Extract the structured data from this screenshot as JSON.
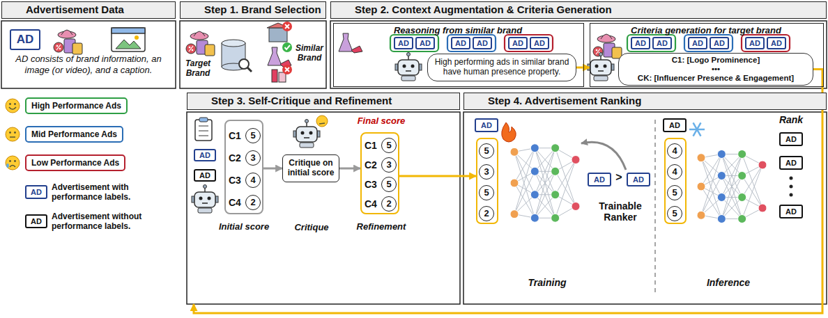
{
  "diagram": {
    "nodes": [
      {
        "text": [
          "Advertisement Data",
          "AD consists of brand information, an image (or video), and a caption."
        ]
      },
      {
        "text": [
          "Step 1. Brand Selection"
        ]
      },
      {
        "text": [
          "Step 2. Context Augmentation & Criteria Generation"
        ]
      },
      {
        "text": [
          "Reasoning from similar brand"
        ],
        "in": 2
      },
      {
        "text": [
          "High performing ads in similar brand have human presence property."
        ],
        "in": 3
      },
      {
        "text": [
          "Criteria generation for target brand"
        ],
        "in": 2
      },
      {
        "text": [
          "C1: [Logo Prominence]",
          "•••",
          "CK: [Influencer Presence & Engagement]"
        ],
        "in": 5
      },
      {
        "text": [
          "Step 3. Self-Critique and Refinement"
        ]
      },
      {
        "text": [
          "C1",
          "5",
          "C2",
          "3",
          "C3",
          "4",
          "C4",
          "2",
          "Initial score"
        ],
        "in": 7
      },
      {
        "text": [
          "Critique on initial score",
          "Critique"
        ],
        "in": 7
      },
      {
        "text": [
          "Final score",
          "C1",
          "5",
          "C2",
          "3",
          "C3",
          "5",
          "C4",
          "2",
          "Refinement"
        ],
        "in": 7
      },
      {
        "text": [
          "Step 4. Advertisement Ranking"
        ]
      },
      {
        "text": [
          "5",
          "3",
          "5",
          "2"
        ],
        "in": 11
      },
      {
        "text": [
          "4",
          "4",
          "5",
          "5"
        ],
        "in": 11
      }
    ],
    "edges": [
      {
        "from": 4,
        "to": 5,
        "arrow": "to"
      },
      {
        "from": 6,
        "to": 7,
        "arrow": "to"
      },
      {
        "from": 8,
        "to": 9,
        "arrow": "to"
      },
      {
        "from": 9,
        "to": 10,
        "arrow": "to"
      },
      {
        "from": 10,
        "to": 12,
        "arrow": "to"
      }
    ],
    "labels": [
      "Target Brand",
      "Similar Brand",
      "AD",
      "AD",
      "AD",
      "AD",
      "AD",
      "AD",
      "AD",
      "AD",
      "AD",
      "AD",
      "AD",
      "AD",
      "AD",
      "AD",
      "AD",
      "AD",
      "AD",
      "AD",
      "AD",
      ">",
      "AD",
      "Trainable Ranker",
      "Training",
      "AD",
      "Rank",
      "AD",
      "AD",
      "AD",
      "Inference"
    ],
    "legend": [
      {
        "text": "High Performance Ads",
        "color": "#2e9e44"
      },
      {
        "text": "Mid Performance Ads",
        "color": "#2a6db5"
      },
      {
        "text": "Low Performance Ads",
        "color": "#b5202e"
      },
      {
        "text": "Advertisement with performance labels."
      },
      {
        "text": "Advertisement without performance labels."
      }
    ]
  }
}
